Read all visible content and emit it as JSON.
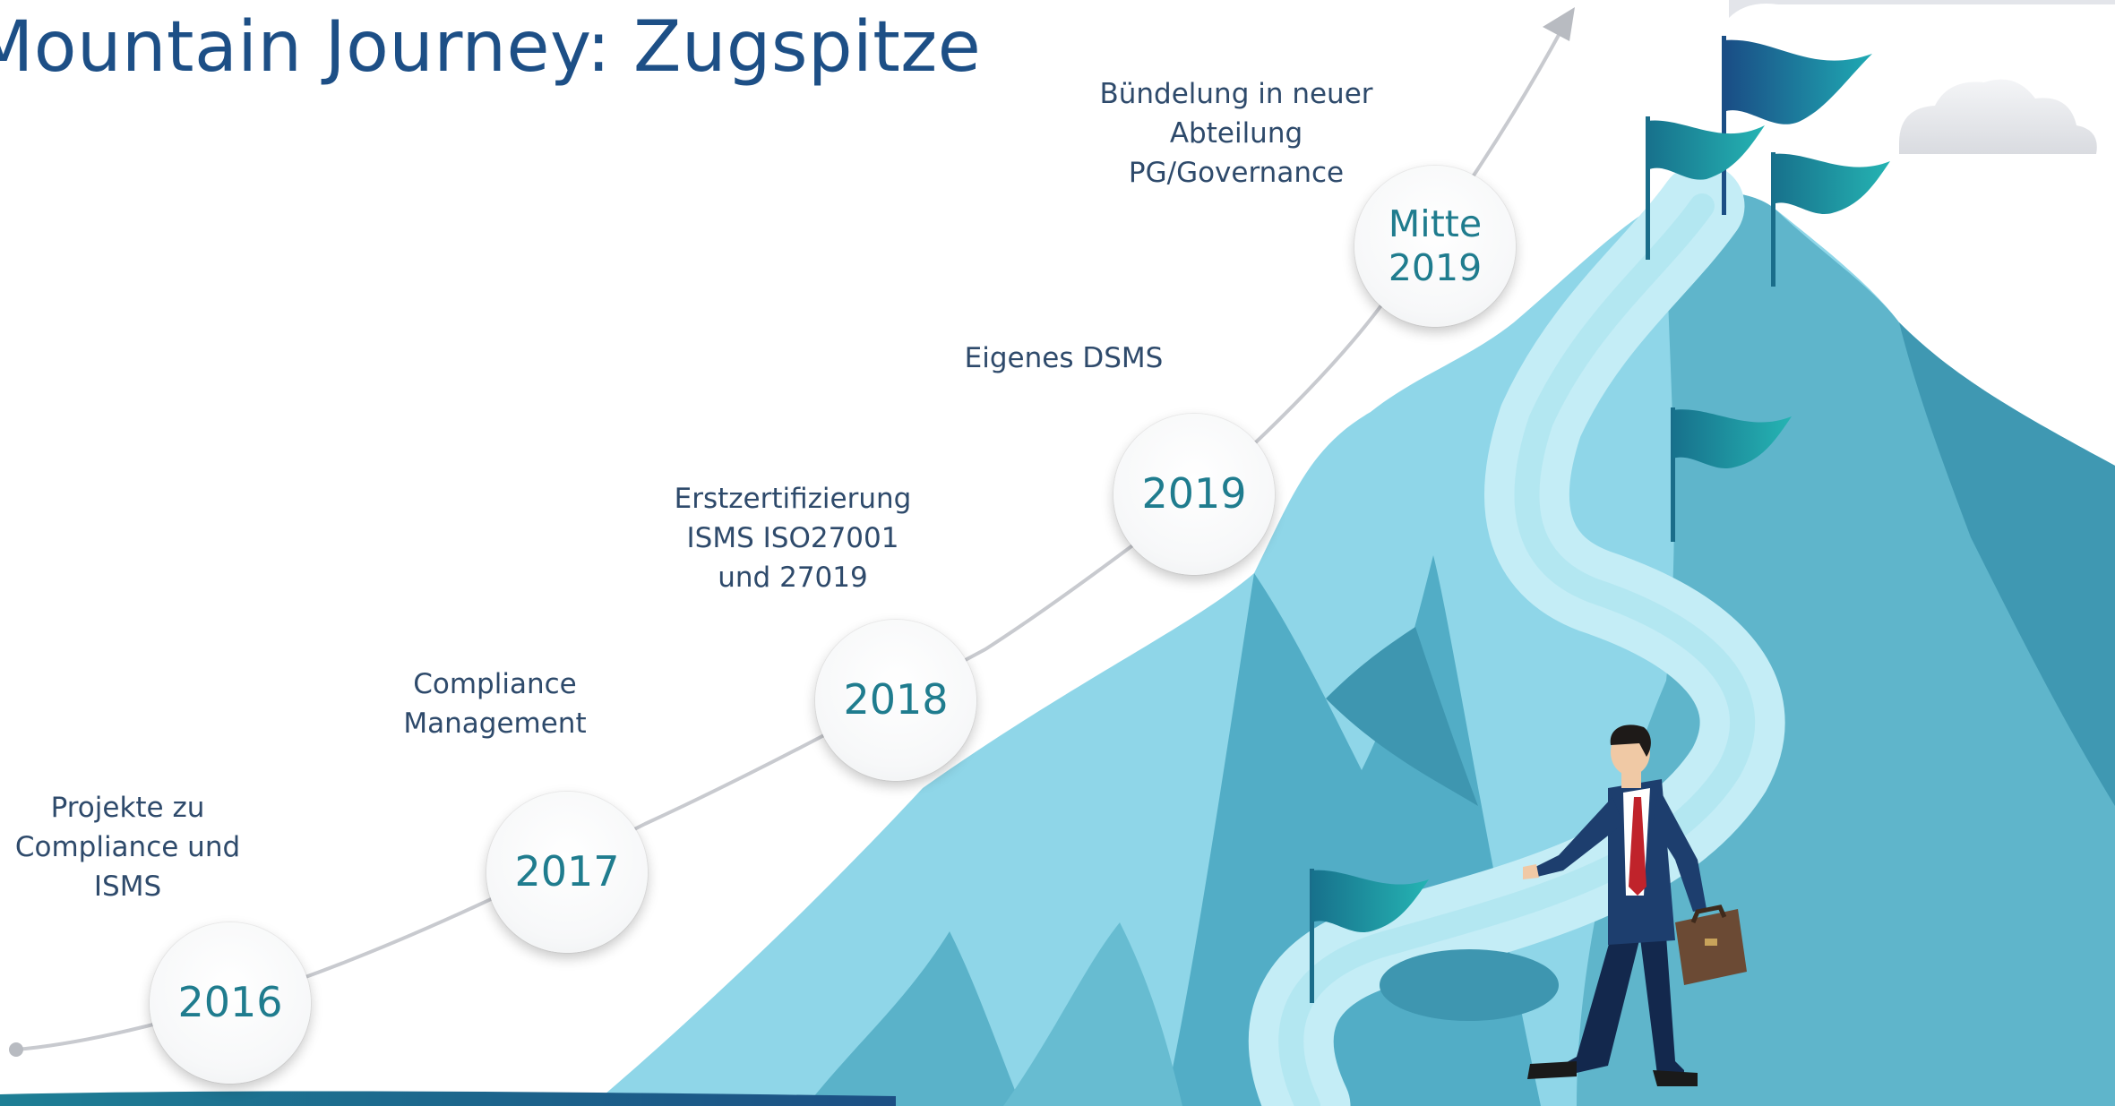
{
  "title": "Mountain Journey: Zugspitze",
  "milestones": [
    {
      "year": "2016",
      "label_lines": [
        "Projekte zu",
        "Compliance und",
        "ISMS"
      ]
    },
    {
      "year": "2017",
      "label_lines": [
        "Compliance",
        "Management"
      ]
    },
    {
      "year": "2018",
      "label_lines": [
        "Erstzertifizierung",
        "ISMS ISO27001",
        "und 27019"
      ]
    },
    {
      "year": "2019",
      "label_lines": [
        "Eigenes DSMS"
      ]
    },
    {
      "year_lines": [
        "Mitte",
        "2019"
      ],
      "label_lines": [
        "Bündelung in neuer",
        "Abteilung",
        "PG/Governance"
      ]
    }
  ],
  "colors": {
    "title": "#1d4f86",
    "year_text": "#1f7c8e",
    "label_text": "#2e4a6b",
    "mountain_light": "#85d2e4",
    "mountain_dark": "#4aa8c0",
    "path": "#c6eef7",
    "flag": "#1e8a9a"
  },
  "illustration": {
    "icons": [
      "mountain-illustration",
      "summit-flag-icon",
      "businessman-figure",
      "briefcase-icon",
      "cloud-icon"
    ]
  }
}
